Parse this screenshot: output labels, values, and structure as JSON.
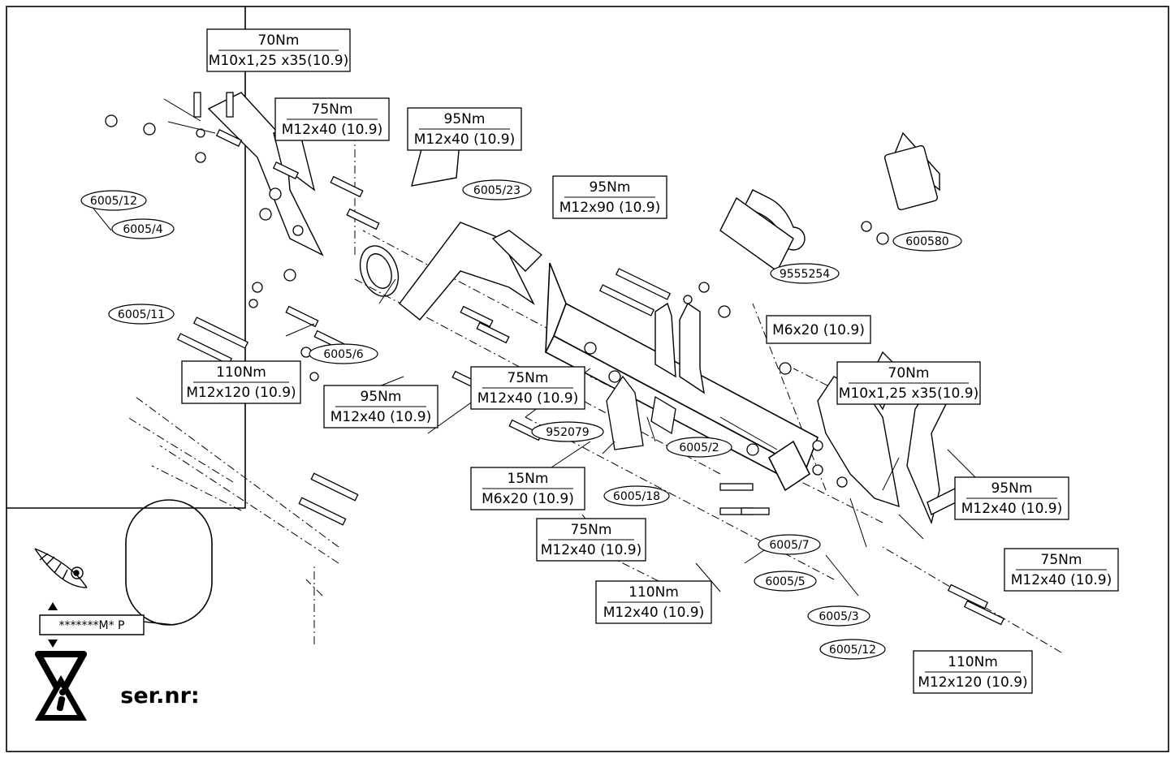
{
  "specs": {
    "s01": {
      "bolt": "M10x1,25 x35(10.9)",
      "torque": "70Nm"
    },
    "s02": {
      "bolt": "M12x40 (10.9)",
      "torque": "75Nm"
    },
    "s03": {
      "bolt": "M12x40 (10.9)",
      "torque": "95Nm"
    },
    "s04": {
      "bolt": "M12x90 (10.9)",
      "torque": "95Nm"
    },
    "s05": {
      "bolt": "M6x20 (10.9)",
      "torque": ""
    },
    "s06": {
      "bolt": "M10x1,25 x35(10.9)",
      "torque": "70Nm"
    },
    "s07": {
      "bolt": "M12x120 (10.9)",
      "torque": "110Nm"
    },
    "s08": {
      "bolt": "M12x40 (10.9)",
      "torque": "95Nm"
    },
    "s09": {
      "bolt": "M12x40 (10.9)",
      "torque": "75Nm"
    },
    "s10": {
      "bolt": "M6x20 (10.9)",
      "torque": "15Nm"
    },
    "s11": {
      "bolt": "M12x40 (10.9)",
      "torque": "75Nm"
    },
    "s12": {
      "bolt": "M12x40 (10.9)",
      "torque": "110Nm"
    },
    "s13": {
      "bolt": "M12x40 (10.9)",
      "torque": "95Nm"
    },
    "s14": {
      "bolt": "M12x40 (10.9)",
      "torque": "75Nm"
    },
    "s15": {
      "bolt": "M12x120 (10.9)",
      "torque": "110Nm"
    }
  },
  "parts": {
    "p01": "6005/12",
    "p02": "6005/4",
    "p03": "6005/23",
    "p04": "6005/11",
    "p05": "6005/6",
    "p06": "952079",
    "p07": "6005/18",
    "p08": "6005/2",
    "p09": "9555254",
    "p10": "600580",
    "p11": "6005/7",
    "p12": "6005/5",
    "p13": "6005/3",
    "p14": "6005/12"
  },
  "info_panel": {
    "serial_label": "ser.nr:",
    "marker_text": "*******M* P"
  }
}
